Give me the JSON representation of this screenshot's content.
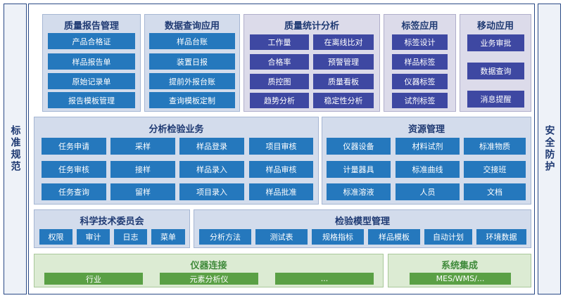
{
  "left_label": "标准规范",
  "right_label": "安全防护",
  "quality_report": {
    "title": "质量报告管理",
    "items": [
      "产品合格证",
      "样品报告单",
      "原始记录单",
      "报告模板管理"
    ]
  },
  "data_query": {
    "title": "数据查询应用",
    "items": [
      "样品台账",
      "装置日报",
      "提前外报台账",
      "查询模板定制"
    ]
  },
  "quality_stats": {
    "title": "质量统计分析",
    "items": [
      "工作量",
      "在离线比对",
      "合格率",
      "预警管理",
      "质控图",
      "质量看板",
      "趋势分析",
      "稳定性分析"
    ]
  },
  "label_app": {
    "title": "标签应用",
    "items": [
      "标签设计",
      "样品标签",
      "仪器标签",
      "试剂标签"
    ]
  },
  "mobile_app": {
    "title": "移动应用",
    "items": [
      "业务审批",
      "数据查询",
      "消息提醒"
    ]
  },
  "analysis_business": {
    "title": "分析检验业务",
    "items": [
      "任务申请",
      "采样",
      "样品登录",
      "项目审核",
      "任务审核",
      "接样",
      "样品录入",
      "样品审核",
      "任务查询",
      "留样",
      "项目录入",
      "样品批准"
    ]
  },
  "resource_mgmt": {
    "title": "资源管理",
    "items": [
      "仪器设备",
      "材料试剂",
      "标准物质",
      "计量器具",
      "标准曲线",
      "交接班",
      "标准溶液",
      "人员",
      "文档"
    ]
  },
  "committee": {
    "title": "科学技术委员会",
    "items": [
      "权限",
      "审计",
      "日志",
      "菜单"
    ]
  },
  "model_mgmt": {
    "title": "检验模型管理",
    "items": [
      "分析方法",
      "测试表",
      "规格指标",
      "样品模板",
      "自动计划",
      "环境数据"
    ]
  },
  "instrument_conn": {
    "title": "仪器连接",
    "items": [
      "行业",
      "元素分析仪",
      "..."
    ]
  },
  "system_integration": {
    "title": "系统集成",
    "items": [
      "MES/WMS/..."
    ]
  },
  "colors": {
    "blue_button": "#2578bd",
    "purple_button": "#3e48a2",
    "green_button": "#5aa045",
    "title_text": "#1f3a73",
    "green_title": "#3f8a3a",
    "frame_border": "#2a4a86"
  }
}
